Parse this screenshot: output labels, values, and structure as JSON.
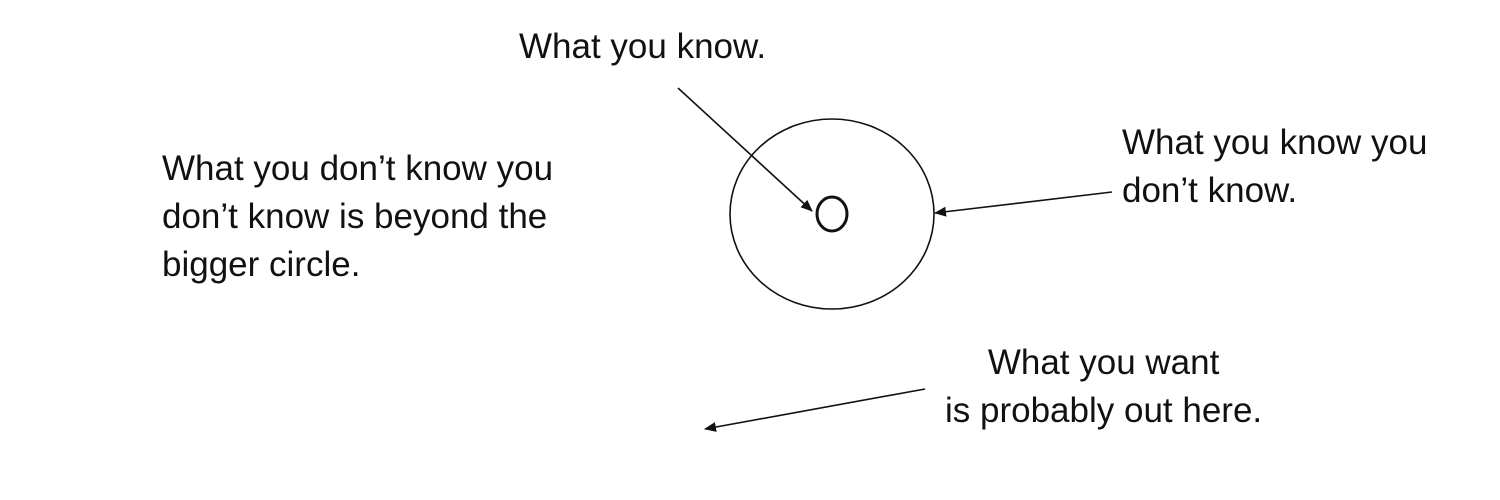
{
  "labels": {
    "known": [
      "What you know."
    ],
    "unknown_unknowns": [
      "What you don’t know you",
      "don’t know is beyond the",
      "bigger circle."
    ],
    "known_unknowns": [
      "What you know you",
      "don’t know."
    ],
    "want": [
      "What you want",
      "is probably out here."
    ]
  },
  "colors": {
    "background": "#ffffff",
    "stroke": "#111111",
    "text": "#111111"
  }
}
